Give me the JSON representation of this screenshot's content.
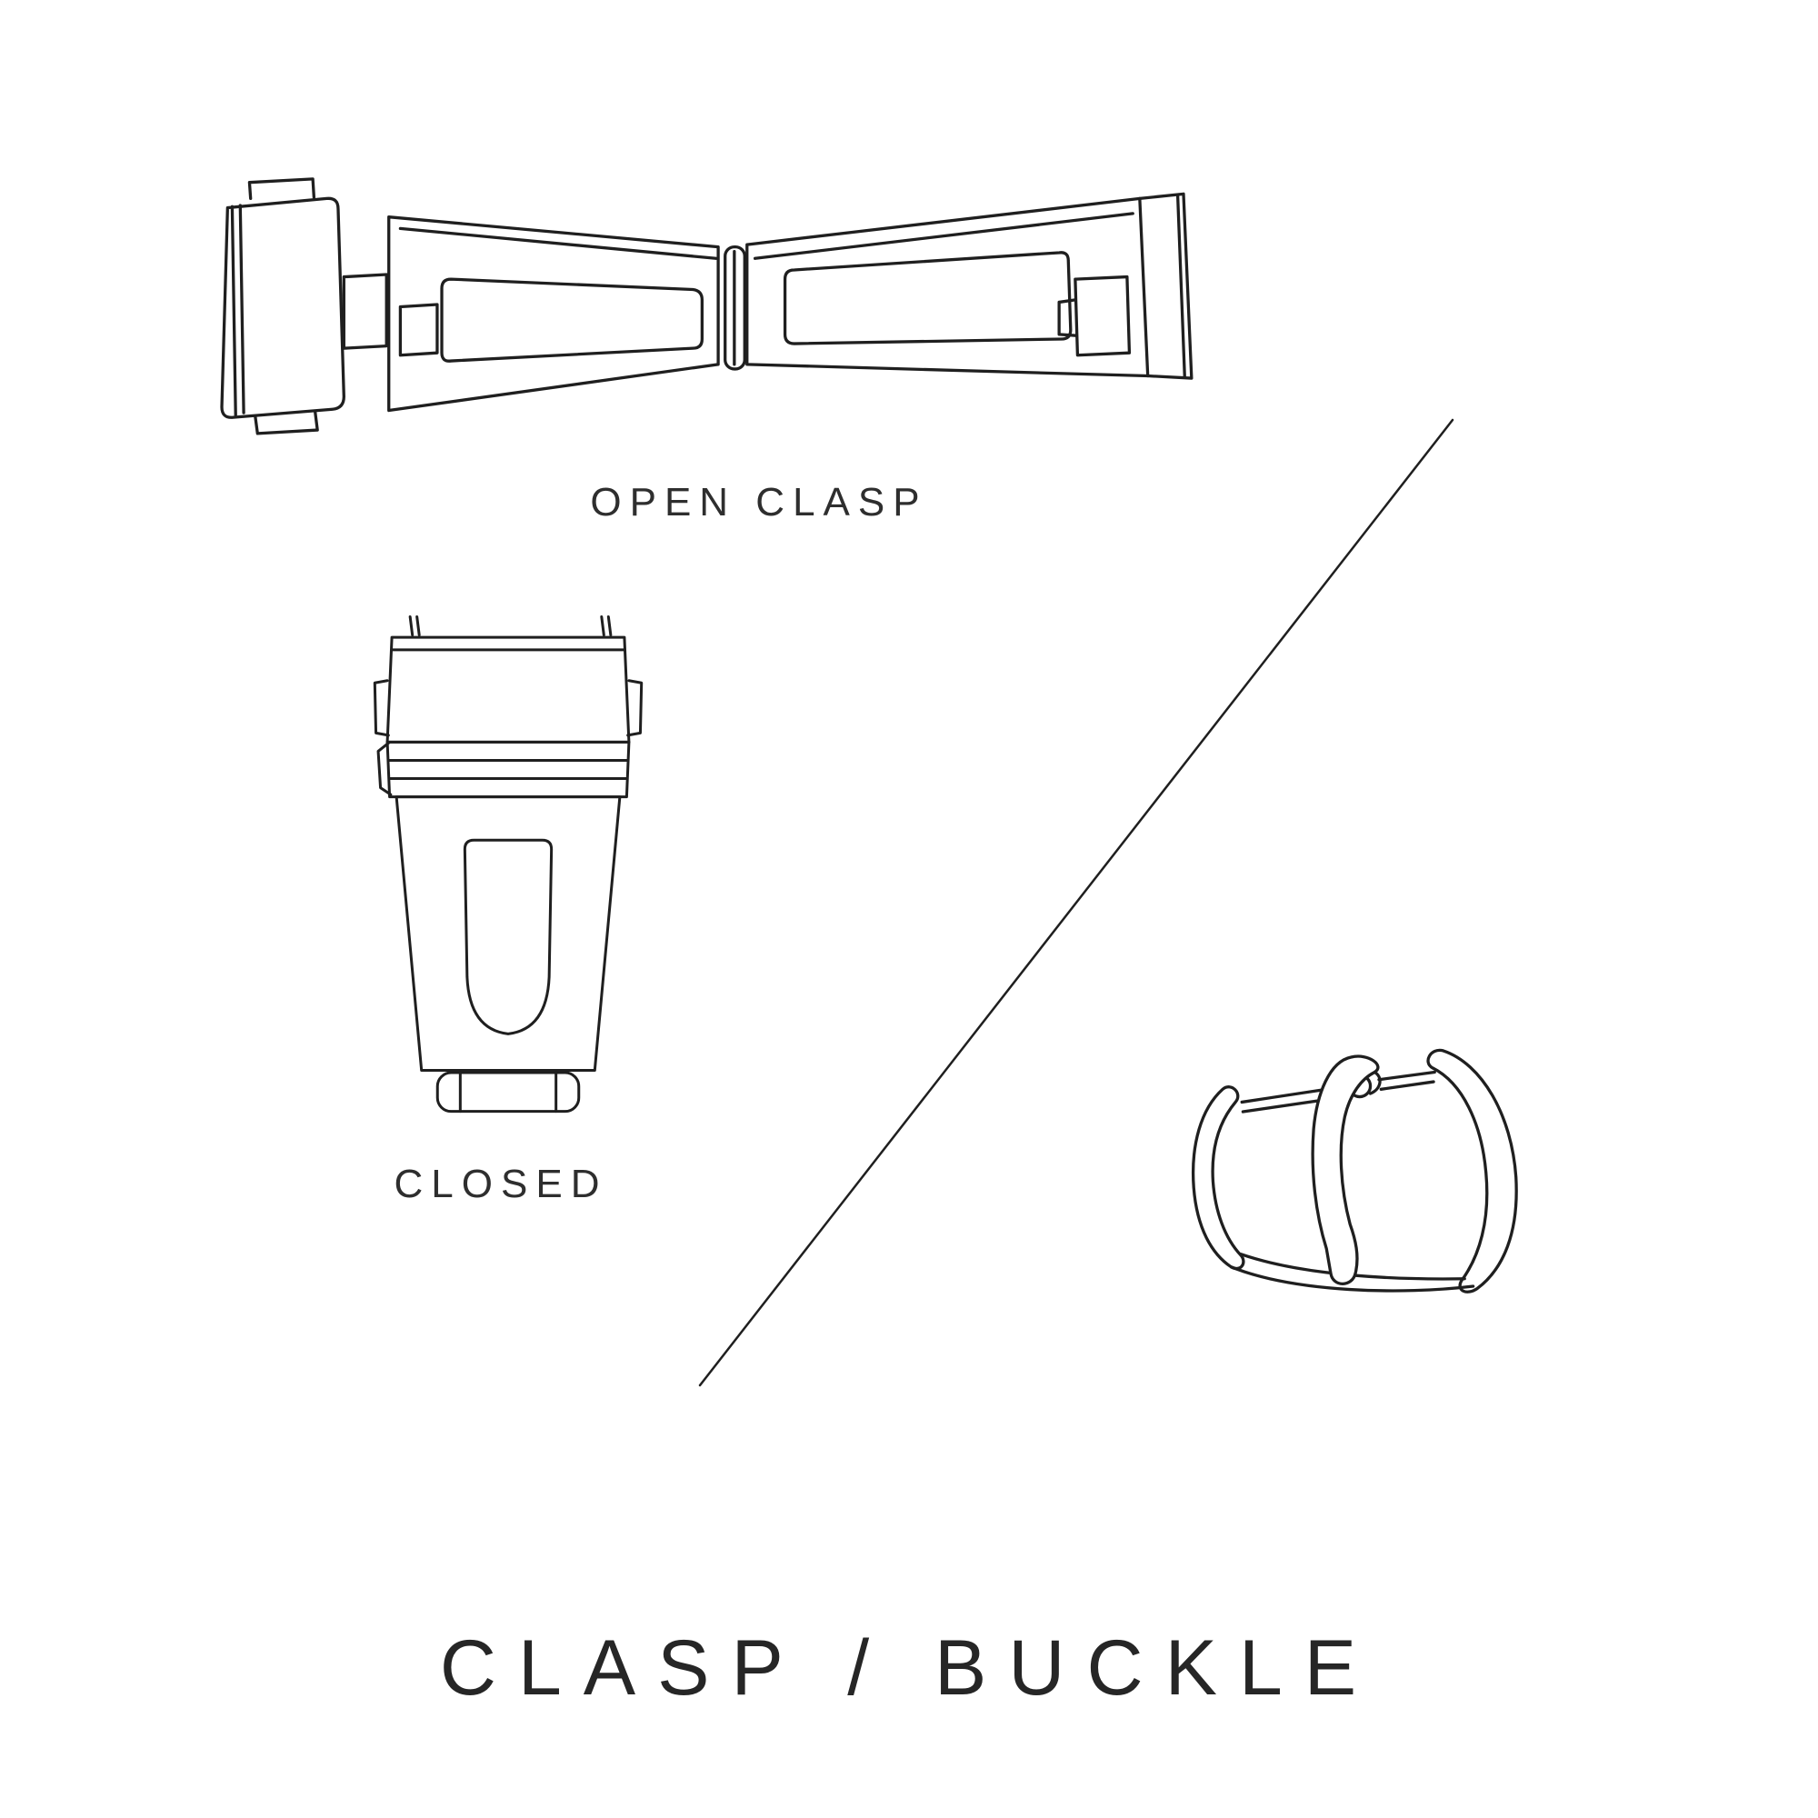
{
  "page": {
    "background": "#ffffff",
    "line_color": "#1f1f1f",
    "text_color": "#2e2e2e"
  },
  "title": "CLASP / BUCKLE",
  "figures": {
    "open_clasp": {
      "illustration": "open-clasp-line-drawing",
      "caption": "OPEN CLASP"
    },
    "closed_clasp": {
      "illustration": "closed-clasp-line-drawing",
      "caption": "CLOSED"
    },
    "buckle": {
      "illustration": "tang-buckle-line-drawing"
    }
  },
  "divider": {
    "type": "diagonal-line"
  }
}
